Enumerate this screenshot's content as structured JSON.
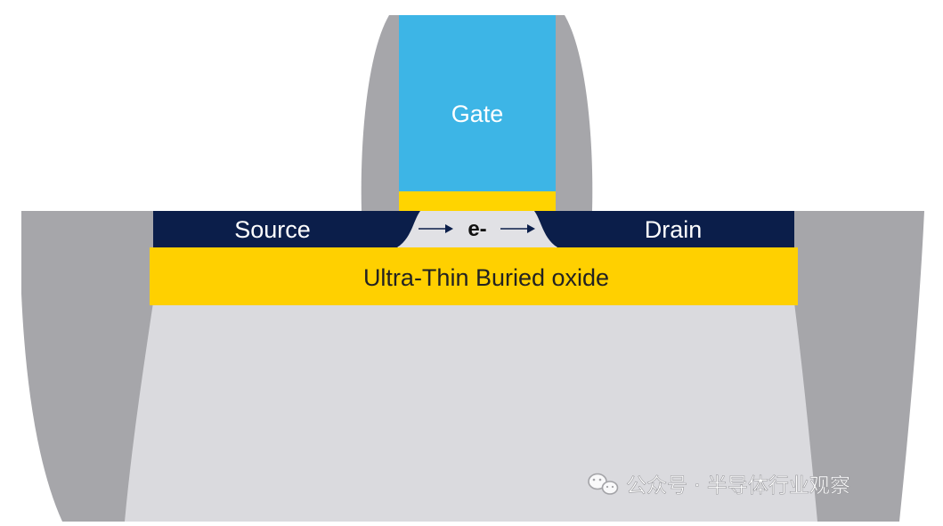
{
  "diagram": {
    "gate_label": "Gate",
    "source_label": "Source",
    "drain_label": "Drain",
    "channel_label": "e-",
    "box_label": "Ultra-Thin Buried oxide"
  },
  "watermark": {
    "text": "公众号 · 半导体行业观察",
    "icon": "wechat-icon"
  },
  "colors": {
    "gate": "#3db5e6",
    "gate_oxide": "#ffd400",
    "spacer": "#a6a6aa",
    "source_drain": "#0b1e4a",
    "buried_oxide": "#ffd000",
    "substrate": "#dadade",
    "isolation": "#a6a6aa",
    "channel": "#e1e1e5"
  }
}
